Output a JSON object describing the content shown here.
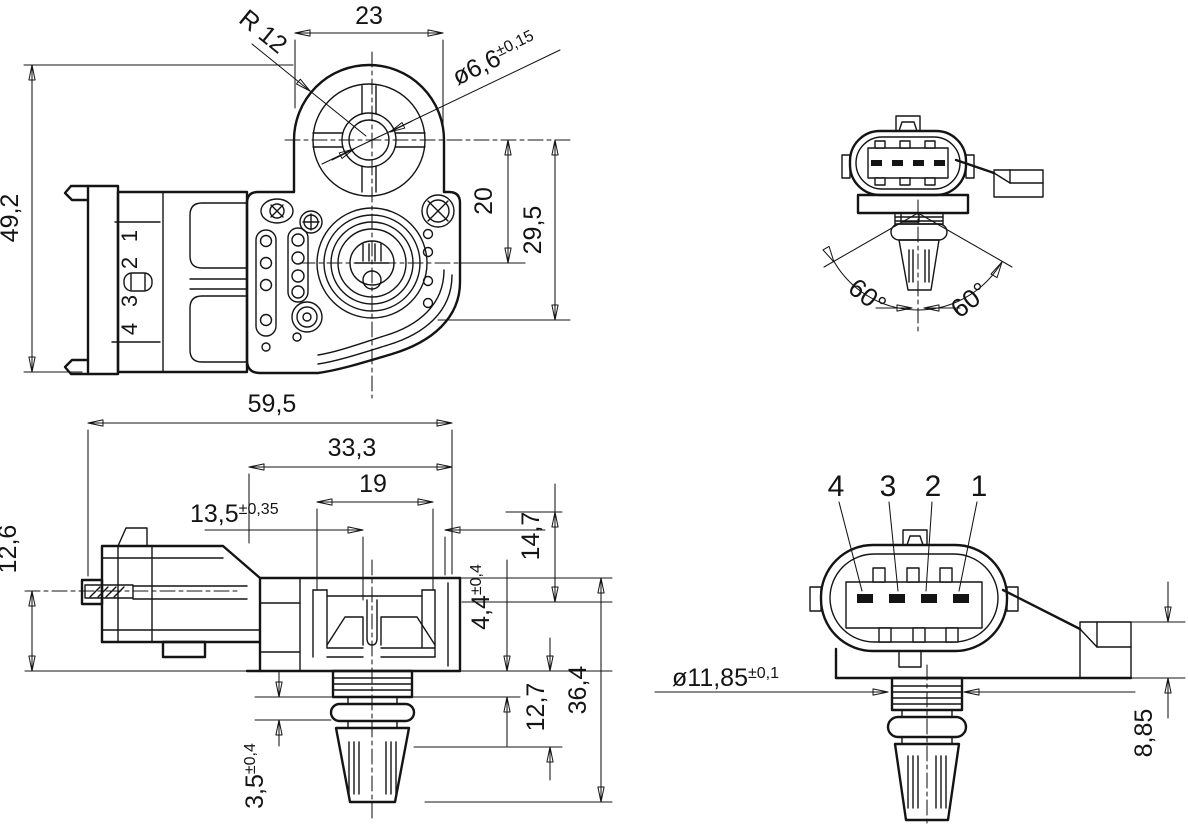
{
  "drawing": {
    "top_view": {
      "width": "23",
      "radius": "R 12",
      "hole_dia": "ø6,6",
      "hole_dia_tol": "±0,15",
      "overall_height": "49,2",
      "hole_to_port": "20",
      "hole_to_lower": "29,5",
      "pin_labels": [
        "1",
        "2",
        "3",
        "4"
      ]
    },
    "side_view": {
      "overall_width": "59,5",
      "body_width": "33,3",
      "slot_width": "19",
      "port_offset": "13,5",
      "port_offset_tol": "±0,35",
      "connector_height": "12,6",
      "upper_height": "14,7",
      "flange_gap": "4,4",
      "flange_gap_tol": "±0,4",
      "port_length": "12,7",
      "overall_height": "36,4",
      "oring_height": "3,5",
      "oring_height_tol": "±0,4"
    },
    "angle_view": {
      "angle_left": "60°",
      "angle_right": "60°"
    },
    "front_view": {
      "pin_labels": [
        "4",
        "3",
        "2",
        "1"
      ],
      "port_dia": "ø11,85",
      "port_dia_tol": "±0,1",
      "bracket_height": "8,85"
    }
  }
}
